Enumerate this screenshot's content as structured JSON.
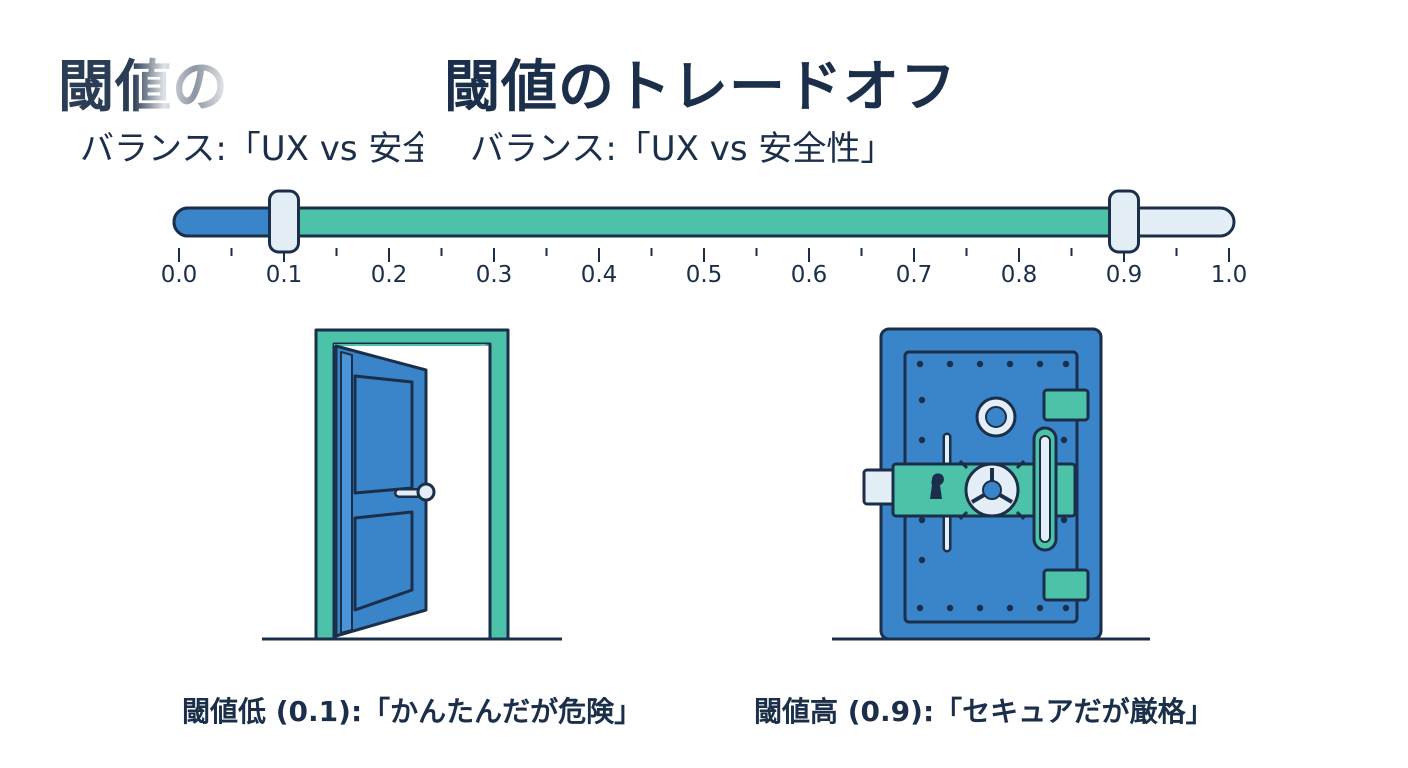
{
  "title_ghost": "閾値の",
  "title": "閾値のトレードオフ",
  "subtitle_ghost": "バランス:「UX vs 安全性」",
  "subtitle": "バランス:「UX vs 安全性」",
  "slider": {
    "min": 0.0,
    "max": 1.0,
    "low_handle": 0.1,
    "high_handle": 0.9,
    "tick_labels": [
      "0.0",
      "0.1",
      "0.2",
      "0.3",
      "0.4",
      "0.5",
      "0.6",
      "0.7",
      "0.8",
      "0.9",
      "1.0"
    ]
  },
  "captions": {
    "low": "閾値低 (0.1):「かんたんだが危険」",
    "high": "閾値高 (0.9):「セキュアだが厳格」"
  },
  "colors": {
    "navy": "#1b2f4a",
    "blue": "#3a84c9",
    "teal": "#4cc3a8",
    "light": "#e4eef6"
  },
  "icons": {
    "low": "open-door-icon",
    "high": "vault-door-icon"
  }
}
